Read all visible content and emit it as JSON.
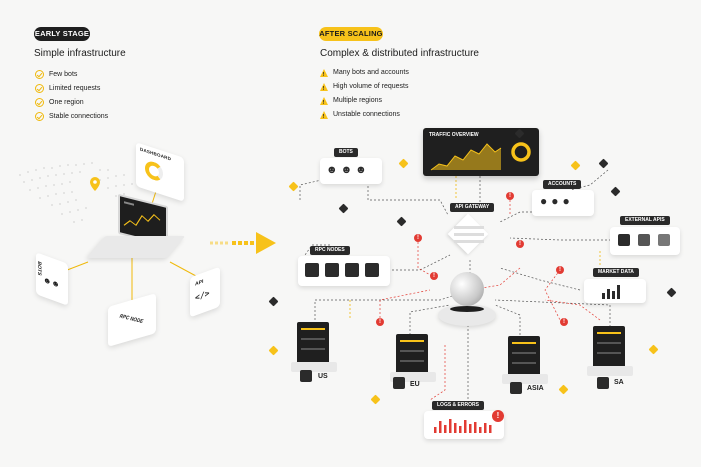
{
  "left": {
    "badge": "EARLY STAGE",
    "heading": "Simple infrastructure",
    "items": [
      "Few bots",
      "Limited requests",
      "One region",
      "Stable connections"
    ],
    "diagram": {
      "dashboard_label": "DASHBOARD",
      "bots_label": "BOTS",
      "api_label": "API",
      "rpc_label": "RPC NODE"
    }
  },
  "right": {
    "badge": "AFTER SCALING",
    "heading": "Complex & distributed infrastructure",
    "items": [
      "Many bots and accounts",
      "High volume of requests",
      "Multiple regions",
      "Unstable connections"
    ],
    "nodes": {
      "traffic": "TRAFFIC OVERVIEW",
      "bots": "BOTS",
      "accounts": "ACCOUNTS",
      "api_gateway": "API GATEWAY",
      "external_apis": "EXTERNAL APIS",
      "rpc_nodes": "RPC NODES",
      "market_data": "MARKET DATA",
      "logs": "LOGS & ERRORS"
    },
    "regions": [
      "US",
      "EU",
      "ASIA",
      "SA"
    ]
  },
  "colors": {
    "accent": "#f7c21a",
    "error": "#e23b33",
    "dark": "#1f1f1f",
    "background": "#f7f7f6"
  },
  "icons": [
    "check-circle-icon",
    "warning-icon",
    "location-pin-icon",
    "arrow-right-icon",
    "robot-icon",
    "user-icon",
    "globe-icon",
    "server-icon",
    "error-icon"
  ]
}
